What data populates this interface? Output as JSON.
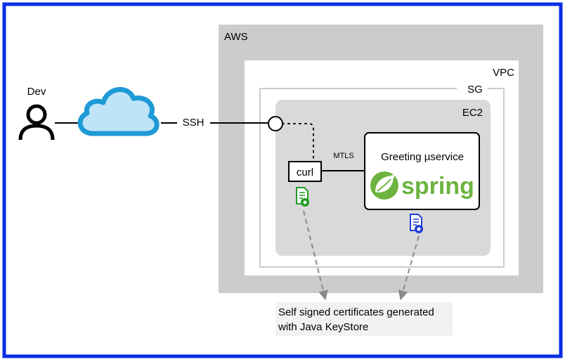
{
  "labels": {
    "aws": "AWS",
    "vpc": "VPC",
    "sg": "SG",
    "ec2": "EC2",
    "dev": "Dev",
    "ssh": "SSH",
    "mtls": "MTLS",
    "curl": "curl",
    "service": "Greeting µservice",
    "spring": "spring",
    "note_line1": "Self signed certificates generated",
    "note_line2": "with Java KeyStore"
  },
  "colors": {
    "frame": "#0a2ee6",
    "aws_fill": "#cccccc",
    "ec2_fill": "#d9d9d9",
    "cloud_fill": "#bfe4f8",
    "cloud_stroke": "#1e9ad6",
    "spring_green": "#6db33f",
    "cert_client": "#1f9a1f",
    "cert_server": "#2440d9",
    "arrow_gray": "#8a8a8a"
  },
  "icons": {
    "user": "person-icon",
    "cloud": "cloud-icon",
    "client_cert": "certificate-icon",
    "server_cert": "certificate-icon",
    "spring": "spring-leaf-icon"
  }
}
